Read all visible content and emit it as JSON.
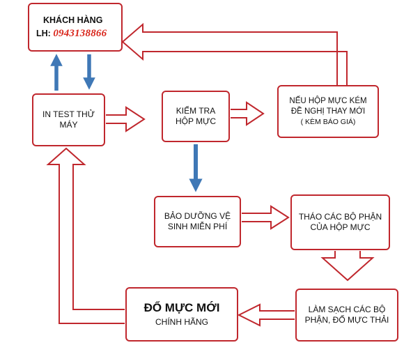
{
  "colors": {
    "border": "#c0272d",
    "outline_arrow": "#c0272d",
    "blue_arrow": "#3f78b6",
    "phone_text": "#d9261c",
    "text": "#111111"
  },
  "nodes": {
    "customer": {
      "title": "KHÁCH HÀNG",
      "phone_prefix": "LH: ",
      "phone": "0943138866"
    },
    "test": {
      "line1": "IN TEST THỬ",
      "line2": "MÁY"
    },
    "check": {
      "line1": "KIỂM TRA",
      "line2": "HỘP MỰC"
    },
    "replace": {
      "line1": "NẾU HỘP MỰC KÉM",
      "line2": "ĐỀ NGHỊ THAY MỚI",
      "line3": "( KÈM BÁO GIÁ)"
    },
    "maintenance": {
      "line1": "BẢO DƯỠNG VỆ",
      "line2": "SINH MIỄN PHÍ"
    },
    "dismantle": {
      "line1": "THÁO CÁC BỘ PHẬN",
      "line2": "CỦA HỘP MỰC"
    },
    "clean": {
      "line1": "LÀM SẠCH CÁC BỘ",
      "line2": "PHẬN, ĐỔ MỰC THẢI"
    },
    "refill": {
      "line1": "ĐỔ MỰC MỚI",
      "line2": "CHÍNH HÃNG"
    }
  }
}
